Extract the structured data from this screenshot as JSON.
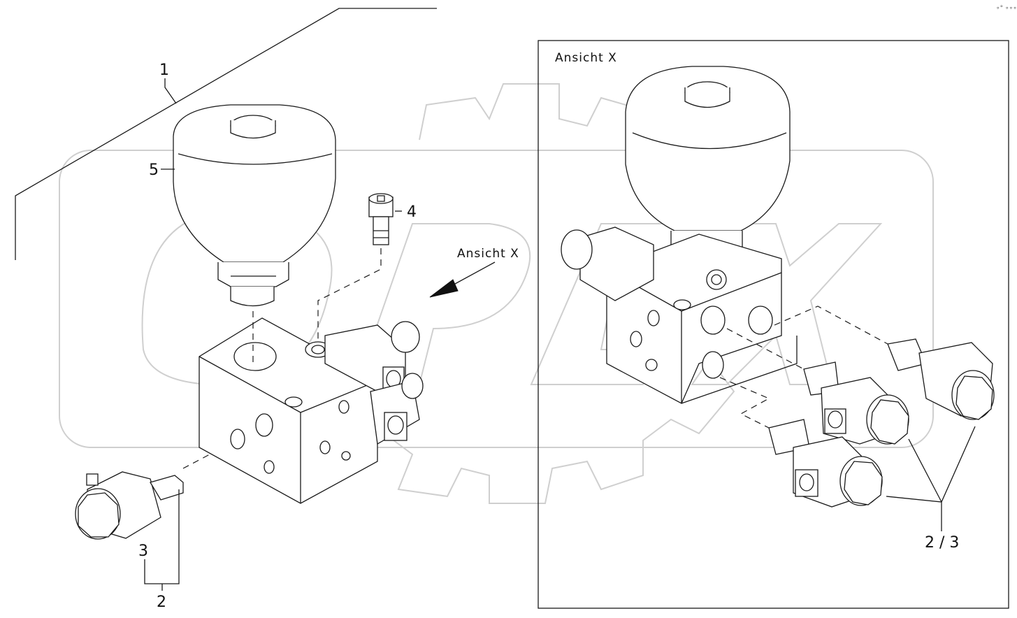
{
  "labels": {
    "item_1": "1",
    "item_2": "2",
    "item_3": "3",
    "item_4": "4",
    "item_5": "5",
    "item_2_3": "2 / 3"
  },
  "view_labels": {
    "main_arrow": "Ansicht  X",
    "detail_title": "Ansicht  X"
  },
  "corner_mark": "∘° ∘∘∘",
  "colors": {
    "line": "#1a1a1a",
    "watermark": "#cfcfcf",
    "background": "#ffffff"
  },
  "icons": [
    "accumulator",
    "valve-block",
    "solenoid-valve",
    "check-valve-cartridge",
    "view-arrow"
  ]
}
